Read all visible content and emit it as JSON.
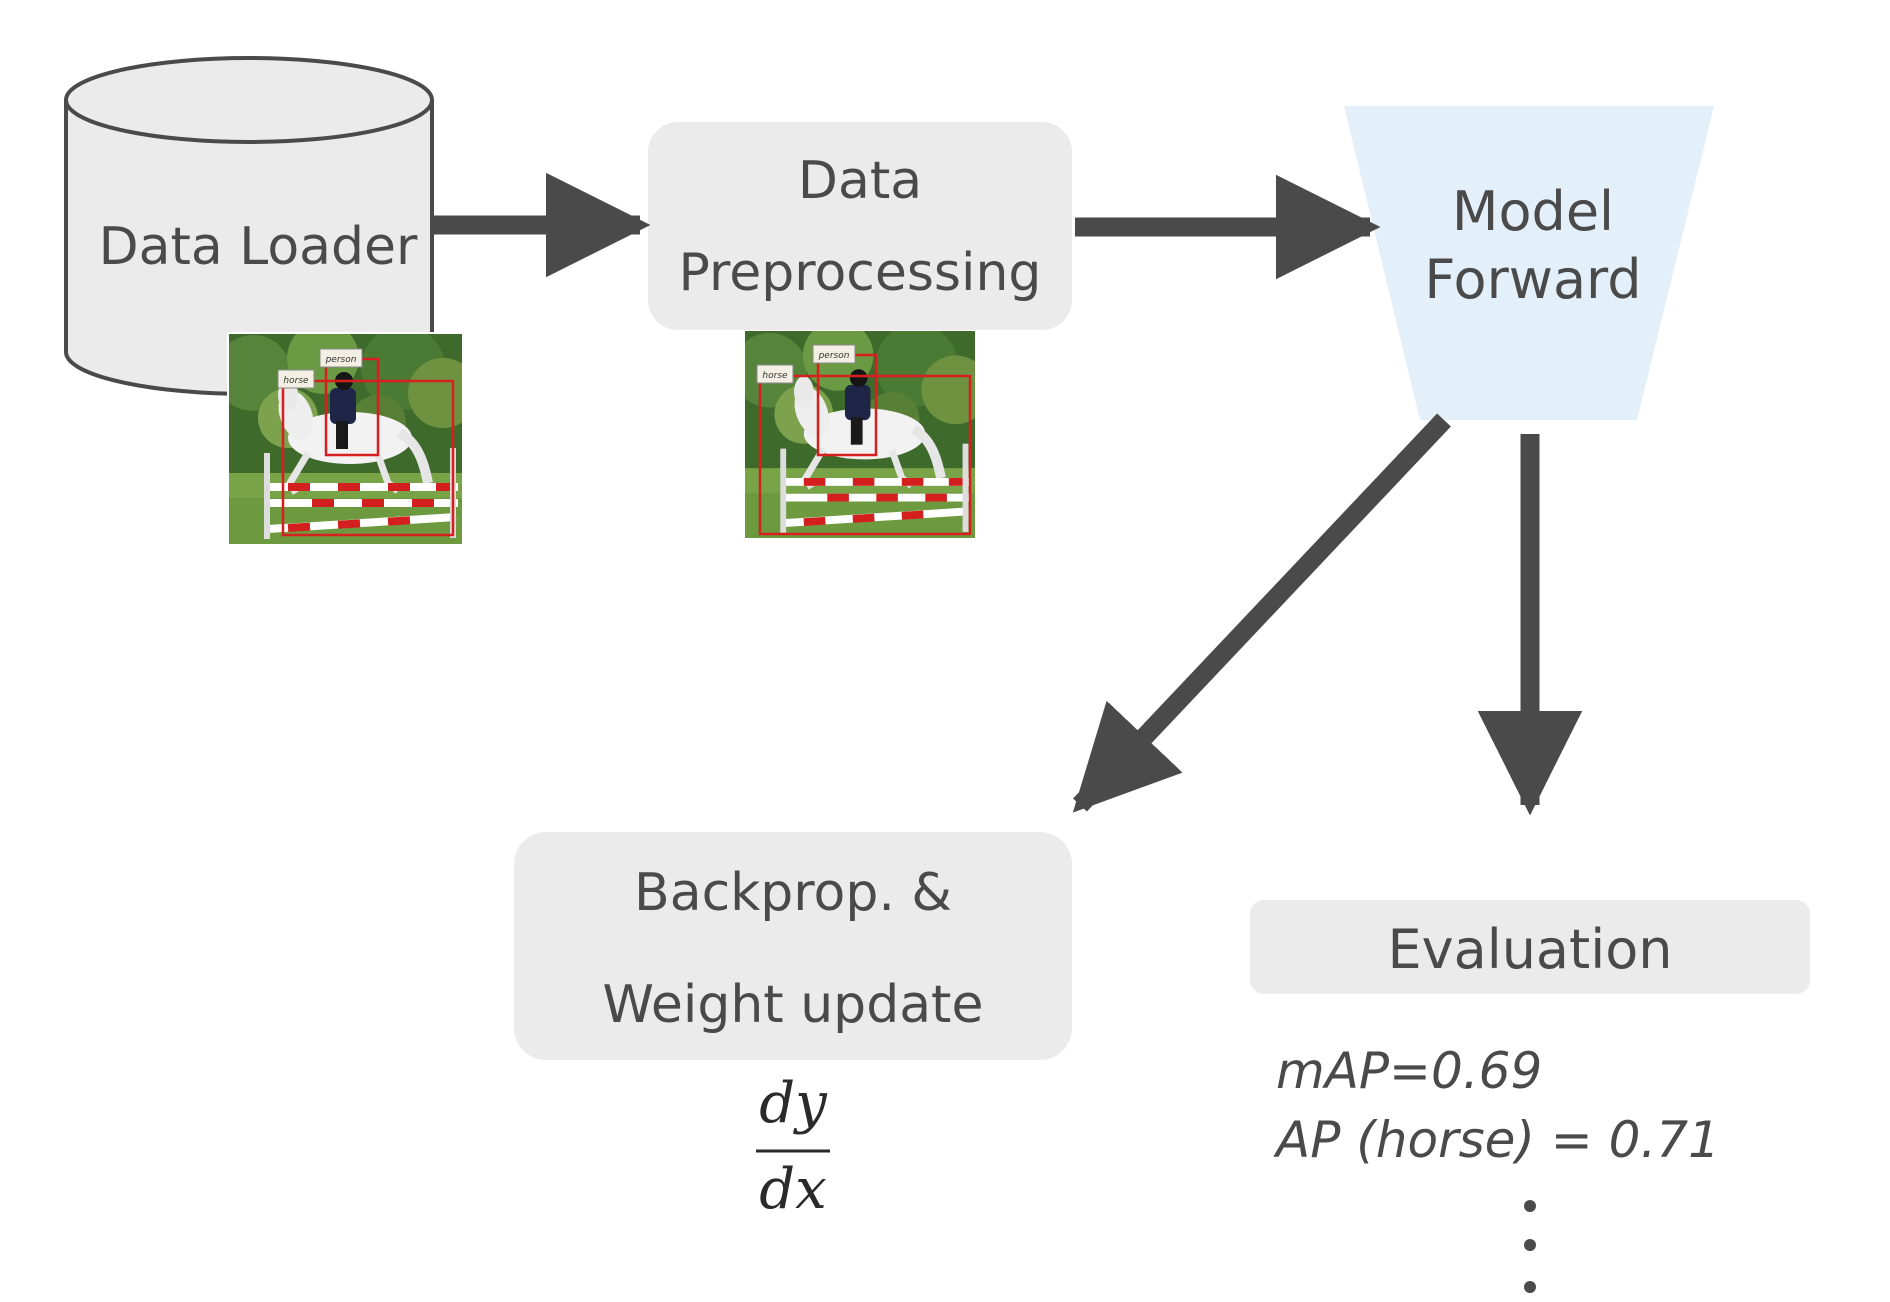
{
  "nodes": {
    "data_loader": {
      "label": "Data Loader"
    },
    "data_preprocessing": {
      "line1": "Data",
      "line2": "Preprocessing"
    },
    "model_forward": {
      "line1": "Model",
      "line2": "Forward"
    },
    "backprop": {
      "line1": "Backprop. &",
      "line2": "Weight update"
    },
    "evaluation": {
      "label": "Evaluation"
    }
  },
  "derivative": {
    "numerator": "dy",
    "denominator": "dx"
  },
  "metrics": {
    "map": "mAP=0.69",
    "ap_horse": "AP (horse) = 0.71"
  },
  "thumbnails": {
    "tag_person": "person",
    "tag_horse": "horse"
  },
  "colors": {
    "arrow": "#4a4a4a",
    "box_fill": "#ebebeb",
    "model_fill": "#e3f0f9",
    "text": "#4a4a4a",
    "bbox": "#d81f1f"
  }
}
